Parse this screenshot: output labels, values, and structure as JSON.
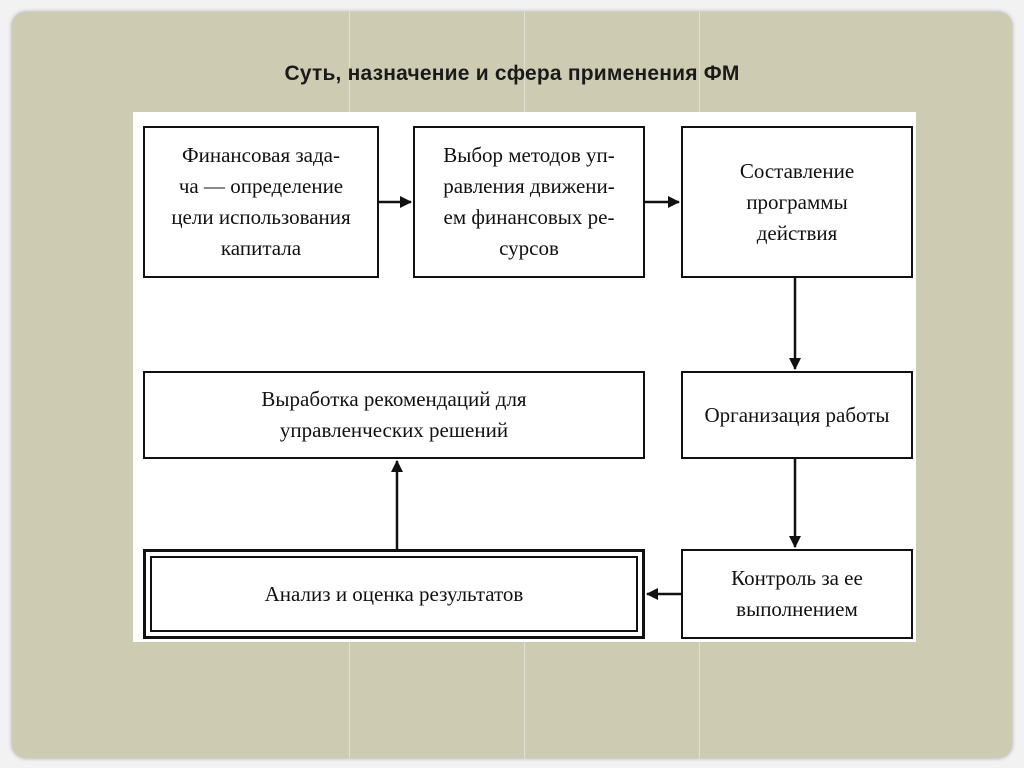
{
  "title": "Суть, назначение и сфера применения ФМ",
  "diagram": {
    "nodes": {
      "task": {
        "lines": [
          "Финансовая зада-",
          "ча — определение",
          "цели использования",
          "капитала"
        ]
      },
      "methods": {
        "lines": [
          "Выбор методов уп-",
          "равления движени-",
          "ем финансовых ре-",
          "сурсов"
        ]
      },
      "program": {
        "lines": [
          "Составление",
          "программы",
          "действия"
        ]
      },
      "organization": {
        "lines": [
          "Организация работы"
        ]
      },
      "control": {
        "lines": [
          "Контроль за ее",
          "выполнением"
        ]
      },
      "analysis": {
        "lines": [
          "Анализ и оценка результатов"
        ]
      },
      "recommendations": {
        "lines": [
          "Выработка рекомендаций для",
          "управленческих решений"
        ]
      }
    },
    "edges": [
      {
        "from": "task",
        "to": "methods"
      },
      {
        "from": "methods",
        "to": "program"
      },
      {
        "from": "program",
        "to": "organization"
      },
      {
        "from": "organization",
        "to": "control"
      },
      {
        "from": "control",
        "to": "analysis"
      },
      {
        "from": "analysis",
        "to": "recommendations"
      }
    ]
  }
}
